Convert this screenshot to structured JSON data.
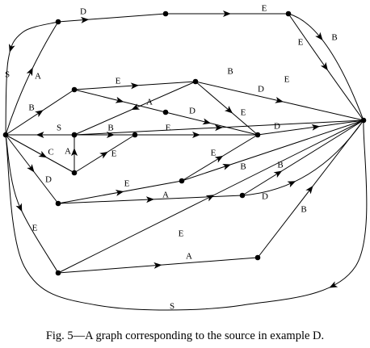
{
  "caption": "Fig. 5—A graph corresponding to the source in example D.",
  "nodes": [
    "n0",
    "n1",
    "n2",
    "n3",
    "n4",
    "n5",
    "n6",
    "n7",
    "n8",
    "n9",
    "n10",
    "n11",
    "n12",
    "n13",
    "n14",
    "n15",
    "n16",
    "n17",
    "n18"
  ],
  "edges": [
    {
      "from": "n0",
      "to": "n1",
      "label": "A"
    },
    {
      "from": "n1",
      "to": "n0",
      "label": "S"
    },
    {
      "from": "n1",
      "to": "n2",
      "label": "D"
    },
    {
      "from": "n2",
      "to": "n3",
      "label": "E"
    },
    {
      "from": "n3",
      "to": "n4",
      "label": "E"
    },
    {
      "from": "n3",
      "to": "n4",
      "label": "B"
    },
    {
      "from": "n0",
      "to": "n5",
      "label": "B"
    },
    {
      "from": "n5",
      "to": "n6",
      "label": "E"
    },
    {
      "from": "n6",
      "to": "n7",
      "label": "B"
    },
    {
      "from": "n7",
      "to": "n4",
      "label": "E"
    },
    {
      "from": "n6",
      "to": "n4",
      "label": "D"
    },
    {
      "from": "n6",
      "to": "n9",
      "label": "E"
    },
    {
      "from": "n5",
      "to": "n8",
      "label": "A"
    },
    {
      "from": "n8",
      "to": "n9",
      "label": "D"
    },
    {
      "from": "n10",
      "to": "n0",
      "label": "S"
    },
    {
      "from": "n10",
      "to": "n11",
      "label": "B"
    },
    {
      "from": "n11",
      "to": "n9",
      "label": "E"
    },
    {
      "from": "n9",
      "to": "n4",
      "label": "D"
    },
    {
      "from": "n0",
      "to": "n12",
      "label": "C"
    },
    {
      "from": "n12",
      "to": "n10",
      "label": "A"
    },
    {
      "from": "n12",
      "to": "n11",
      "label": "E"
    },
    {
      "from": "n0",
      "to": "n13",
      "label": "D"
    },
    {
      "from": "n13",
      "to": "n14",
      "label": "E"
    },
    {
      "from": "n14",
      "to": "n9",
      "label": "E"
    },
    {
      "from": "n14",
      "to": "n4",
      "label": "B"
    },
    {
      "from": "n13",
      "to": "n15",
      "label": "A"
    },
    {
      "from": "n15",
      "to": "n4",
      "label": "B"
    },
    {
      "from": "n15",
      "to": "n4",
      "label": "D"
    },
    {
      "from": "n0",
      "to": "n16",
      "label": "E"
    },
    {
      "from": "n16",
      "to": "n4",
      "label": "E"
    },
    {
      "from": "n16",
      "to": "n17",
      "label": "A"
    },
    {
      "from": "n17",
      "to": "n4",
      "label": "B"
    },
    {
      "from": "n4",
      "to": "n0",
      "label": "S"
    }
  ]
}
